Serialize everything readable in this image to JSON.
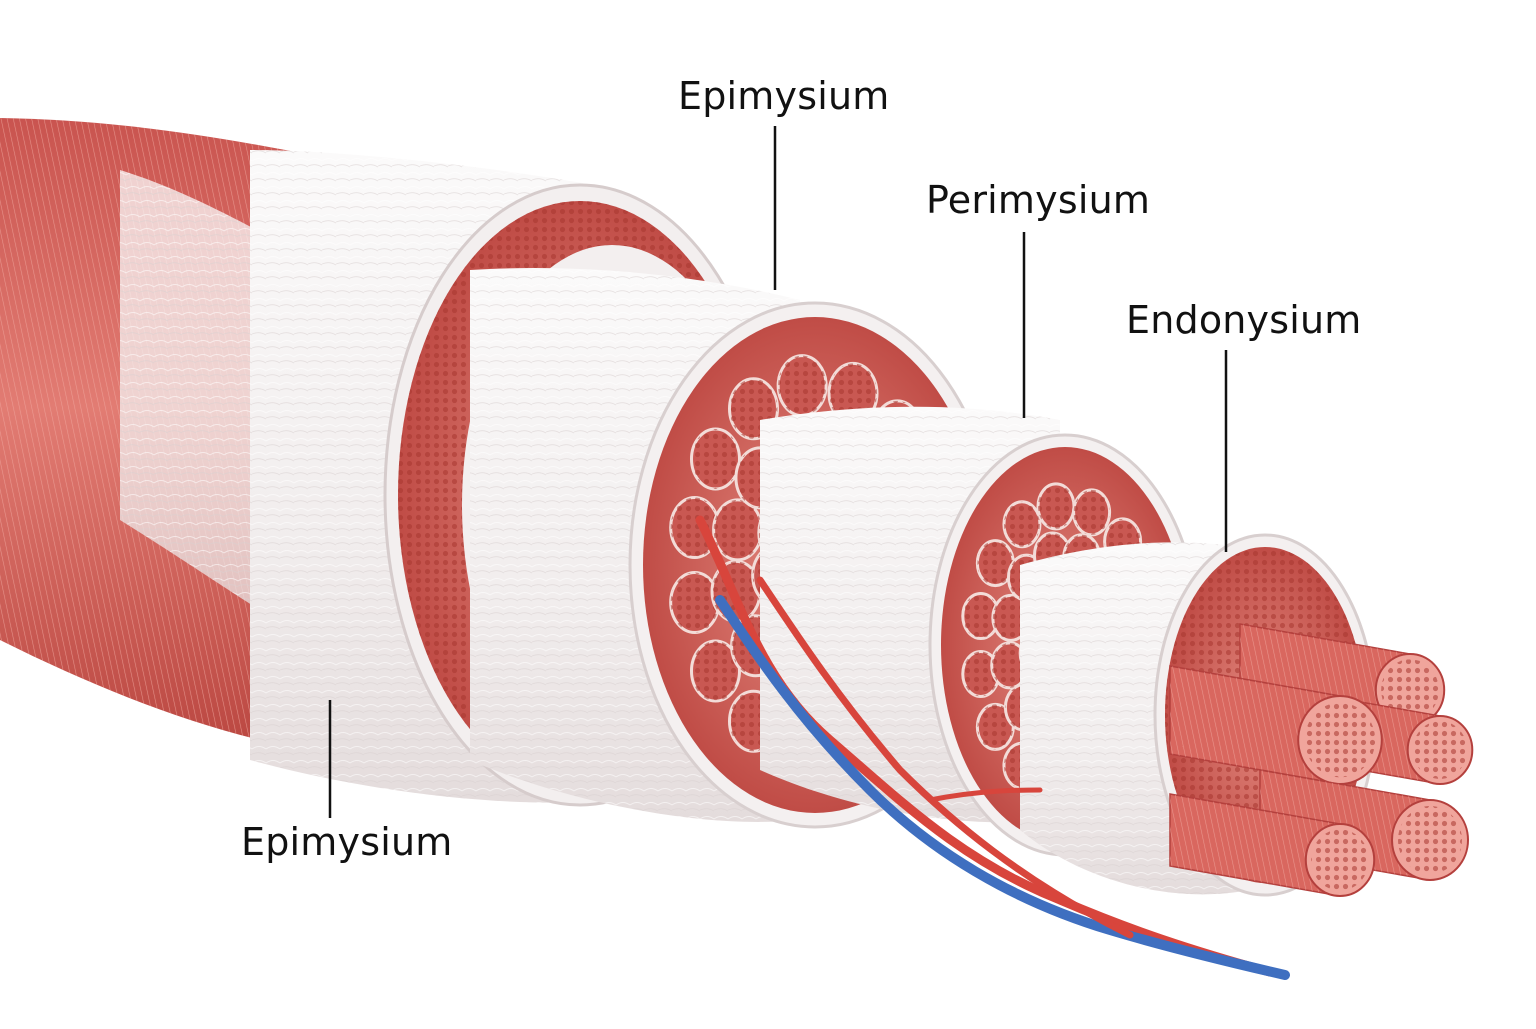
{
  "labels": {
    "epimysium_top": "Epimysium",
    "perimysium": "Perimysium",
    "endomysium": "Endonysium",
    "epimysium_bottom": "Epimysium"
  },
  "colors": {
    "muscle": "#d9675f",
    "muscle_dark": "#b4403d",
    "muscle_light": "#f0a59c",
    "sheath": "#f4f1f1",
    "sheath_edge": "#dcd3d3",
    "fascicle_fill": "#c95852",
    "fascicle_sheath": "#f3dcd8",
    "artery": "#d8453c",
    "vein": "#3f6fc0",
    "line": "#111111"
  }
}
